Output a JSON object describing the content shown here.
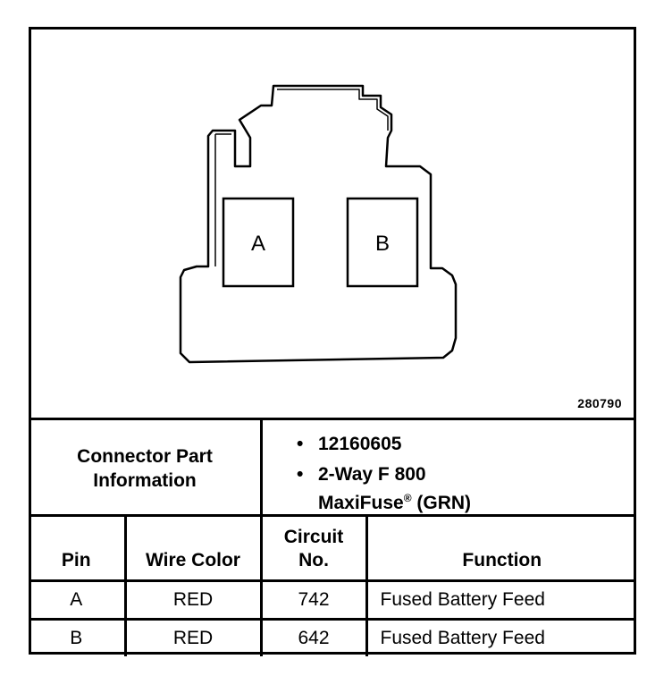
{
  "diagram": {
    "figure_number": "280790",
    "cavities": [
      {
        "label": "A"
      },
      {
        "label": "B"
      }
    ]
  },
  "connector_info": {
    "label": "Connector Part\nInformation",
    "part_number": "12160605",
    "description_line1": "2-Way F 800",
    "description_line2_prefix": "MaxiFuse",
    "description_line2_reg": "®",
    "description_line2_suffix": " (GRN)"
  },
  "table": {
    "headers": {
      "pin": "Pin",
      "wire_color": "Wire Color",
      "circuit_line1": "Circuit",
      "circuit_line2": "No.",
      "function": "Function"
    },
    "rows": [
      {
        "pin": "A",
        "wire_color": "RED",
        "circuit": "742",
        "function": "Fused Battery Feed"
      },
      {
        "pin": "B",
        "wire_color": "RED",
        "circuit": "642",
        "function": "Fused Battery Feed"
      }
    ]
  }
}
